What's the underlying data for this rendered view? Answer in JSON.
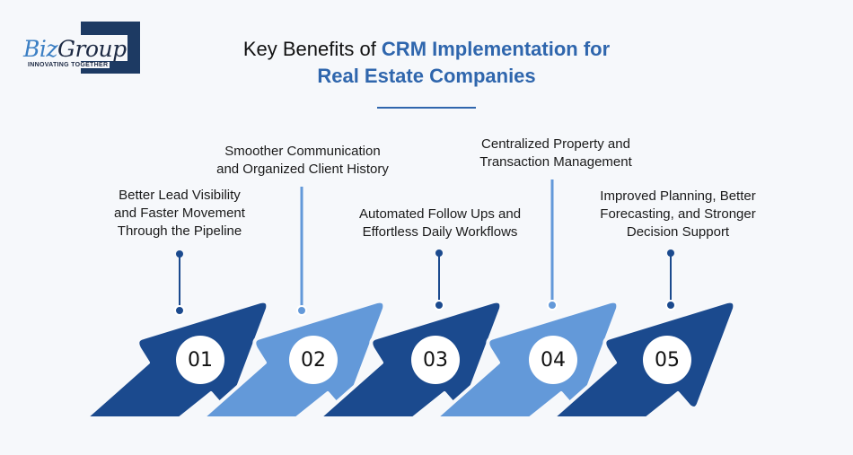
{
  "logo": {
    "brand_part1": "Biz",
    "brand_part2": "Group",
    "tagline": "INNOVATING TOGETHER"
  },
  "header": {
    "title_plain": "Key Benefits of ",
    "title_accent_line1": "CRM Implementation for",
    "title_accent_line2": "Real Estate Companies"
  },
  "colors": {
    "dark_blue": "#1b4a8e",
    "light_blue": "#6399d9",
    "accent": "#2f66ad",
    "background": "#f6f8fb"
  },
  "steps": [
    {
      "number": "01",
      "line1": "Better Lead Visibility",
      "line2": "and Faster Movement",
      "line3": "Through the Pipeline"
    },
    {
      "number": "02",
      "line1": "Smoother Communication",
      "line2": "and Organized Client History"
    },
    {
      "number": "03",
      "line1": "Automated Follow Ups and",
      "line2": "Effortless Daily Workflows"
    },
    {
      "number": "04",
      "line1": "Centralized Property and",
      "line2": "Transaction Management"
    },
    {
      "number": "05",
      "line1": "Improved Planning, Better",
      "line2": "Forecasting, and Stronger",
      "line3": "Decision Support"
    }
  ]
}
